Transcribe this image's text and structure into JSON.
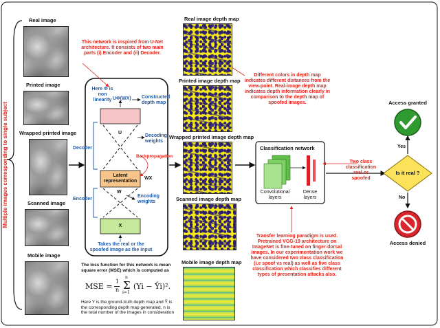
{
  "side_label": "Multiple images corresponding to single subject",
  "inputs": [
    {
      "label": "Real image"
    },
    {
      "label": "Printed image"
    },
    {
      "label": "Wrapped printed image"
    },
    {
      "label": "Scanned image"
    },
    {
      "label": "Mobile image"
    }
  ],
  "unet": {
    "intro": "This network is inspired from U-Net architecture. It consists of two main parts (i) Encoder and (ii) Decoder.",
    "phi_note": "Here Φ is non linearity",
    "u_phi_wx": "UΦ(WX)",
    "constructed": "Constructed depth map",
    "u": "U",
    "decoding": "Decoding weights",
    "decoder": "Decoder",
    "backprop": "Backpropagation",
    "latent": "Latent representation",
    "wx": "WX",
    "encoder": "Encoder",
    "w": "W",
    "encoding": "Encoding weights",
    "x": "X",
    "takes": "Takes the real or the spoofed image as the input"
  },
  "loss": {
    "intro": "The loss function for this network is mean square error (MSE) which is computed as",
    "formula_lhs": "MSE =",
    "formula_frac_num": "1",
    "formula_frac_den": "n",
    "formula_sum_top": "n",
    "formula_sum_bot": "i=1",
    "formula_body": "(Yi − Ŷi)².",
    "note": "Here Y is the ground-truth depth map and Ŷ is the corresponding depth map generated, n is the total number of the images in consideration"
  },
  "depth_maps": [
    {
      "label": "Real image depth map"
    },
    {
      "label": "Printed image depth map"
    },
    {
      "label": "Wrapped printed image depth map"
    },
    {
      "label": "Scanned image depth map"
    },
    {
      "label": "Mobile image depth map"
    }
  ],
  "depth_note": "Different colors in depth map indicates different distances from the view-point. Real-image depth map indicates depth information clearly in comparison to the depth map of spoofed images.",
  "classifier": {
    "title": "Classification network",
    "conv": "Convolutional layers",
    "dense": "Dense layers"
  },
  "transfer_note": "Transfer learning paradigm is used. Pretrained VGG-19 architecture on ImageNet is fine-tuned on finger-dorsal images. In our experimentation work we have considered two class classification (i.e spoof vs real) as well as five class classification which classifies different types of presentation attacks also.",
  "two_class": "Two class classification real or spoofed",
  "decision": {
    "question": "Is it real ?",
    "yes": "Yes",
    "no": "No",
    "granted": "Access granted",
    "denied": "Access denied"
  }
}
